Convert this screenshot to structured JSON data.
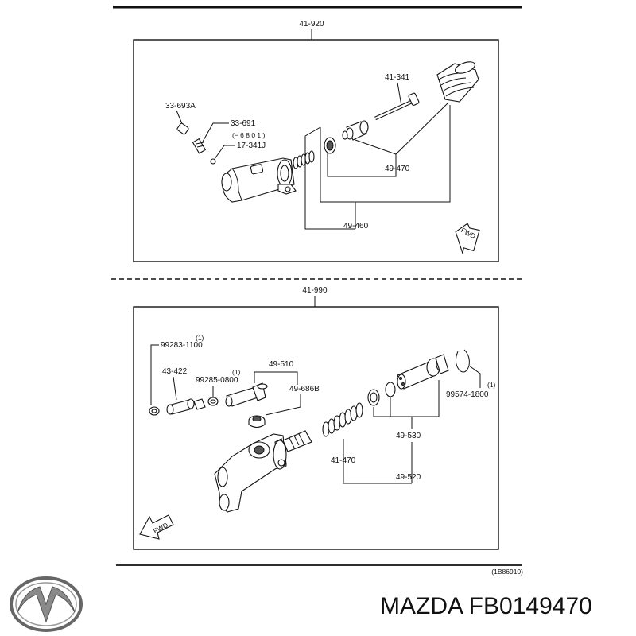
{
  "top_section": {
    "assembly_label": "41-920",
    "labels": {
      "p33693a": "33-693A",
      "p33691": "33-691",
      "serial": "(− 6 8 0 1 )",
      "p17341j": "17-341J",
      "p41341": "41-341",
      "p49470": "49-470",
      "p49460": "49-460"
    },
    "fwd_label": "FWD"
  },
  "bottom_section": {
    "assembly_label": "41-990",
    "labels": {
      "p99283": "99283-1100",
      "q99283": "(1)",
      "p43422": "43-422",
      "p99285": "99285-0800",
      "q99285": "(1)",
      "p49510": "49-510",
      "p49686b": "49-686B",
      "p99574": "99574-1800",
      "q99574": "(1)",
      "p49530": "49-530",
      "p41470": "41-470",
      "p49520": "49-520"
    },
    "fwd_label": "FWD"
  },
  "drawing_code": "(1B86910)",
  "brand": {
    "logo_icon": "mazda-logo",
    "caption": "MAZDA FB0149470"
  }
}
